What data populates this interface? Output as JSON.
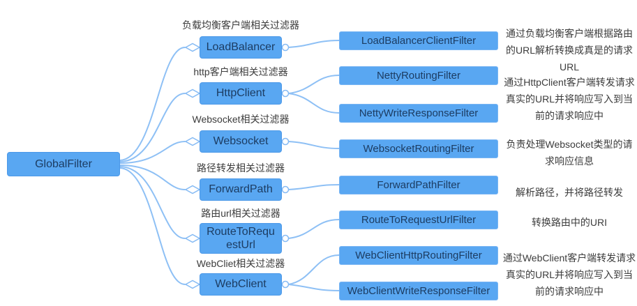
{
  "root": {
    "label": "GlobalFilter"
  },
  "branches": [
    {
      "label": "LoadBalancer",
      "category": "负载均衡客户端相关过滤器"
    },
    {
      "label": "HttpClient",
      "category": "http客户端相关过滤器"
    },
    {
      "label": "Websocket",
      "category": "Websocket相关过滤器"
    },
    {
      "label": "ForwardPath",
      "category": "路径转发相关过滤器"
    },
    {
      "label": "RouteToRequestUrl",
      "category": "路由url相关过滤器"
    },
    {
      "label": "WebClient",
      "category": "WebCliet相关过滤器"
    }
  ],
  "leaves": [
    {
      "label": "LoadBalancerClientFilter"
    },
    {
      "label": "NettyRoutingFilter"
    },
    {
      "label": "NettyWriteResponseFilter"
    },
    {
      "label": "WebsocketRoutingFilter"
    },
    {
      "label": "ForwardPathFilter"
    },
    {
      "label": "RouteToRequestUrlFilter"
    },
    {
      "label": "WebClientHttpRoutingFilter"
    },
    {
      "label": "WebClientWriteResponseFilter"
    }
  ],
  "descriptions": [
    "通过负载均衡客户端根据路由的URL解析转换成真是的请求URL",
    "通过HttpClient客户端转发请求真实的URL并将响应写入到当前的请求响应中",
    "负责处理Websocket类型的请求响应信息",
    "解析路径，并将路径转发",
    "转换路由中的URI",
    "通过WebClient客户端转发请求真实的URL并将响应写入到当前的请求响应中"
  ],
  "colors": {
    "node_fill": "#59a7f2",
    "node_border": "#4b98e8",
    "node_text": "#1c3c62",
    "connector_line": "#8ec0f5",
    "label_text": "#3c3c3c"
  }
}
